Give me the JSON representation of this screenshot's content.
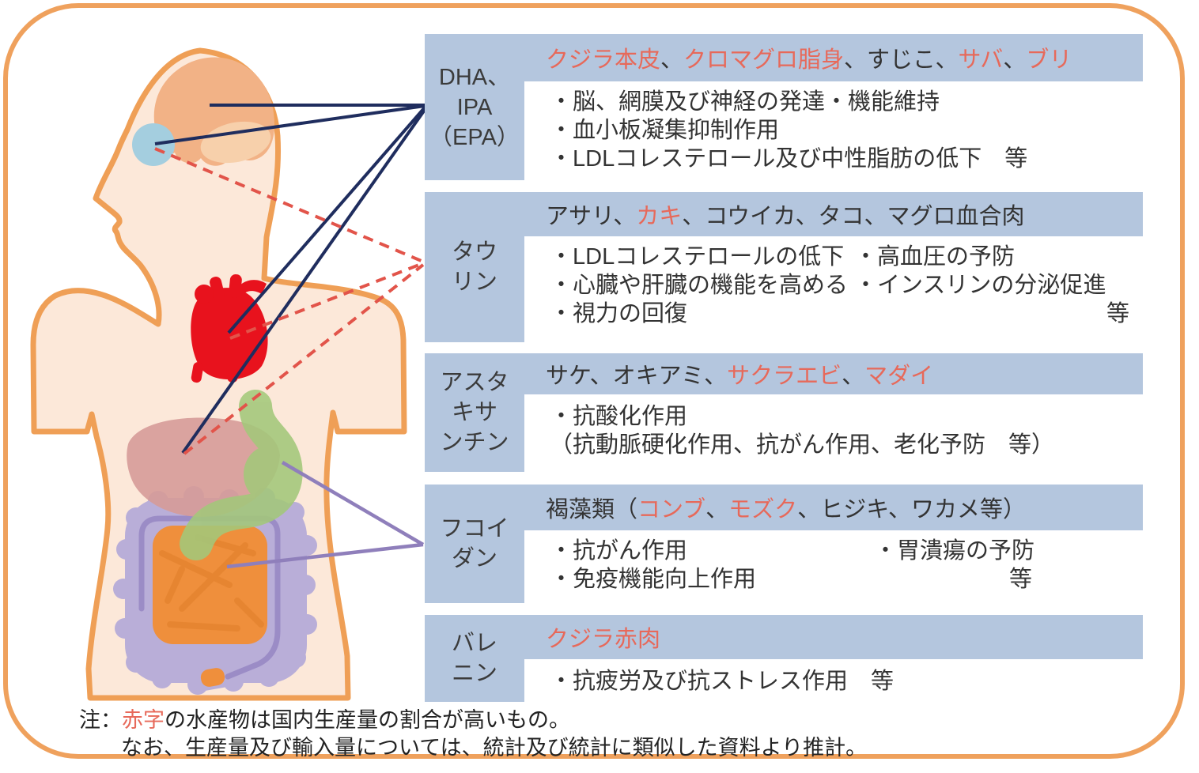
{
  "colors": {
    "box_blue": "#b4c6de",
    "red_text": "#e7695a",
    "navy_line": "#1f2d5e",
    "red_dash_line": "#e2544a",
    "purple_line": "#8f7fbb",
    "body_outline_orange": "#ef9f56",
    "skin": "#fce8d9",
    "brain": "#f2b286",
    "eye": "#a4cedf",
    "heart": "#e8121d",
    "liver": "#d69b98",
    "stomach": "#a3c87a",
    "intestine_outer": "#b9aed8",
    "intestine_inner": "#ef8f3c"
  },
  "sections": [
    {
      "nutrient": "DHA、IPA（EPA）",
      "label_lines": [
        "DHA、",
        "IPA",
        "（EPA）"
      ],
      "foods": [
        {
          "t": "クジラ本皮",
          "red": true
        },
        {
          "t": "、"
        },
        {
          "t": "クロマグロ脂身",
          "red": true
        },
        {
          "t": "、すじこ、"
        },
        {
          "t": "サバ",
          "red": true
        },
        {
          "t": "、"
        },
        {
          "t": "ブリ",
          "red": true
        }
      ],
      "effects_left": [
        "・脳、網膜及び神経の発達・機能維持",
        "・血小板凝集抑制作用",
        "・LDLコレステロール及び中性脂肪の低下　等"
      ],
      "effects_right": []
    },
    {
      "nutrient": "タウリン",
      "label_lines": [
        "タウ",
        "リン"
      ],
      "foods": [
        {
          "t": "アサリ、"
        },
        {
          "t": "カキ",
          "red": true
        },
        {
          "t": "、コウイカ、タコ、マグロ血合肉"
        }
      ],
      "effects_left": [
        "・LDLコレステロールの低下",
        "・心臓や肝臓の機能を高める",
        "・視力の回復"
      ],
      "effects_right": [
        "・高血圧の予防",
        "・インスリンの分泌促進",
        {
          "t": "等",
          "align": "right"
        }
      ]
    },
    {
      "nutrient": "アスタキサンチン",
      "label_lines": [
        "アスタ",
        "キサ",
        "ンチン"
      ],
      "foods": [
        {
          "t": "サケ、オキアミ、"
        },
        {
          "t": "サクラエビ",
          "red": true
        },
        {
          "t": "、"
        },
        {
          "t": "マダイ",
          "red": true
        }
      ],
      "effects_left": [
        "・抗酸化作用",
        "（抗動脈硬化作用、抗がん作用、老化予防　等）"
      ],
      "effects_right": []
    },
    {
      "nutrient": "フコイダン",
      "label_lines": [
        "フコイ",
        "ダン"
      ],
      "foods": [
        {
          "t": "褐藻類（"
        },
        {
          "t": "コンブ",
          "red": true
        },
        {
          "t": "、"
        },
        {
          "t": "モズク",
          "red": true
        },
        {
          "t": "、ヒジキ、ワカメ等）"
        }
      ],
      "effects_left": [
        "・抗がん作用",
        "・免疫機能向上作用"
      ],
      "effects_right": [
        "・胃潰瘍の予防",
        {
          "t": "等",
          "align": "right"
        }
      ]
    },
    {
      "nutrient": "バレニン",
      "label_lines": [
        "バレ",
        "ニン"
      ],
      "foods": [
        {
          "t": "クジラ赤肉",
          "red": true
        }
      ],
      "effects_left": [
        "・抗疲労及び抗ストレス作用　等"
      ],
      "effects_right": []
    }
  ],
  "note": {
    "prefix": "注：",
    "red_word": "赤字",
    "line1_rest": "の水産物は国内生産量の割合が高いもの。",
    "line2": "なお、生産量及び輸入量については、統計及び統計に類似した資料より推計。"
  }
}
